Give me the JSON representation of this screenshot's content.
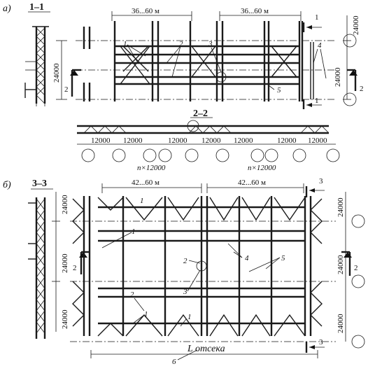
{
  "part_a": {
    "marker": "а)",
    "section_1_1": "1–1",
    "section_2_2": "2–2",
    "span_top_1": "36...60 м",
    "span_top_2": "36...60 м",
    "height_left": "24000",
    "height_right_1": "24000",
    "height_right_2": "24000",
    "cut_top": "1",
    "cut_bottom": "1",
    "cut_left": "2",
    "cut_right": "2",
    "labels": [
      "1",
      "2",
      "3",
      "4",
      "5"
    ],
    "spans_bottom": [
      "12000",
      "12000",
      "12000",
      "12000",
      "12000",
      "12000",
      "12000"
    ],
    "n_spans": [
      "n×12000",
      "n×12000"
    ]
  },
  "part_b": {
    "marker": "б)",
    "section_3_3": "3–3",
    "span_top_1": "42...60 м",
    "span_top_2": "42...60 м",
    "heights_right": [
      "24000",
      "24000",
      "24000"
    ],
    "heights_left": [
      "24000",
      "24000",
      "24000"
    ],
    "cut_top": "3",
    "cut_bottom": "3",
    "cut_left": "2",
    "cut_right": "2",
    "labels": [
      "1",
      "1",
      "2",
      "3",
      "4",
      "5",
      "2",
      "1",
      "1",
      "6"
    ],
    "length_label": "L отсека"
  }
}
